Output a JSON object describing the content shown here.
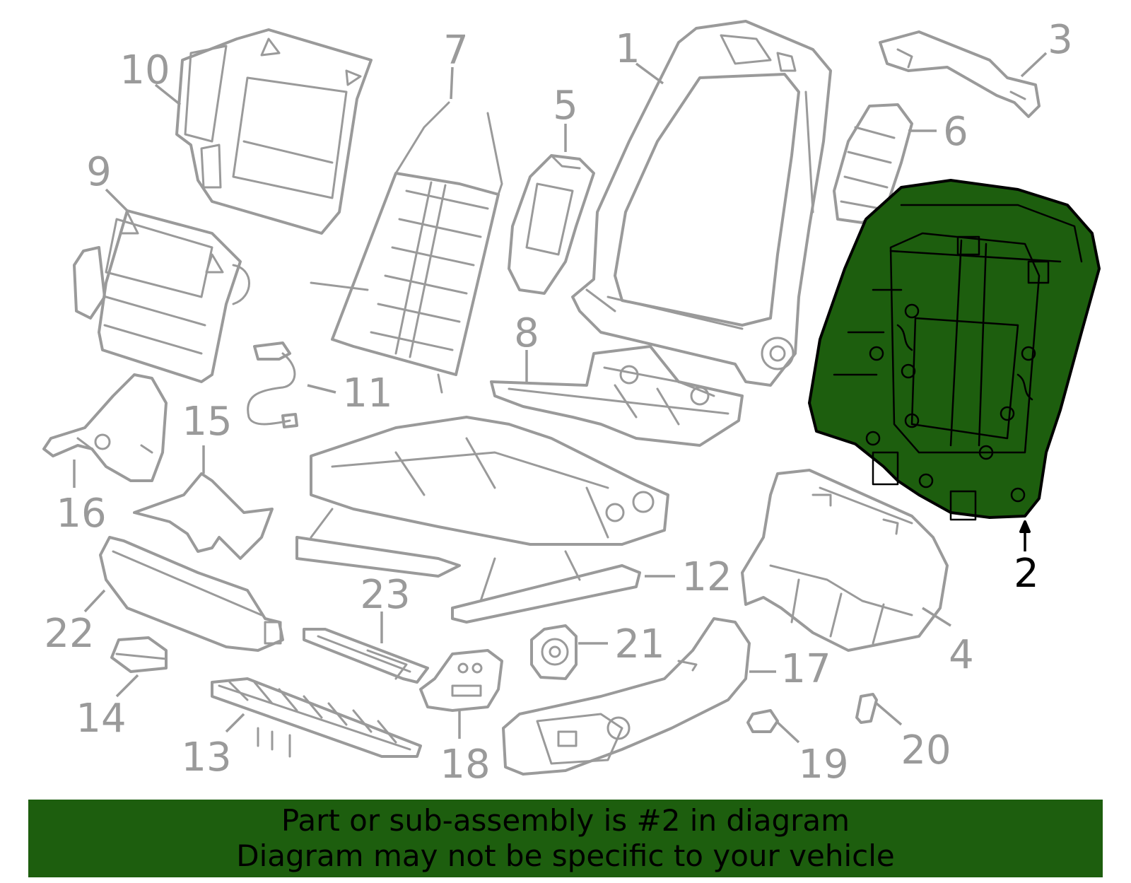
{
  "diagram": {
    "highlight_color": "#1d5e0e",
    "part_color": "#9a9a9a",
    "highlighted_part": "2",
    "callouts": [
      {
        "id": "1",
        "label": "1"
      },
      {
        "id": "2",
        "label": "2"
      },
      {
        "id": "3",
        "label": "3"
      },
      {
        "id": "4",
        "label": "4"
      },
      {
        "id": "5",
        "label": "5"
      },
      {
        "id": "6",
        "label": "6"
      },
      {
        "id": "7",
        "label": "7"
      },
      {
        "id": "8",
        "label": "8"
      },
      {
        "id": "9",
        "label": "9"
      },
      {
        "id": "10",
        "label": "10"
      },
      {
        "id": "11",
        "label": "11"
      },
      {
        "id": "12",
        "label": "12"
      },
      {
        "id": "13",
        "label": "13"
      },
      {
        "id": "14",
        "label": "14"
      },
      {
        "id": "15",
        "label": "15"
      },
      {
        "id": "16",
        "label": "16"
      },
      {
        "id": "17",
        "label": "17"
      },
      {
        "id": "18",
        "label": "18"
      },
      {
        "id": "19",
        "label": "19"
      },
      {
        "id": "20",
        "label": "20"
      },
      {
        "id": "21",
        "label": "21"
      },
      {
        "id": "22",
        "label": "22"
      },
      {
        "id": "23",
        "label": "23"
      }
    ]
  },
  "banner": {
    "line1": "Part or sub-assembly is #2 in diagram",
    "line2": "Diagram may not be specific to your vehicle"
  }
}
